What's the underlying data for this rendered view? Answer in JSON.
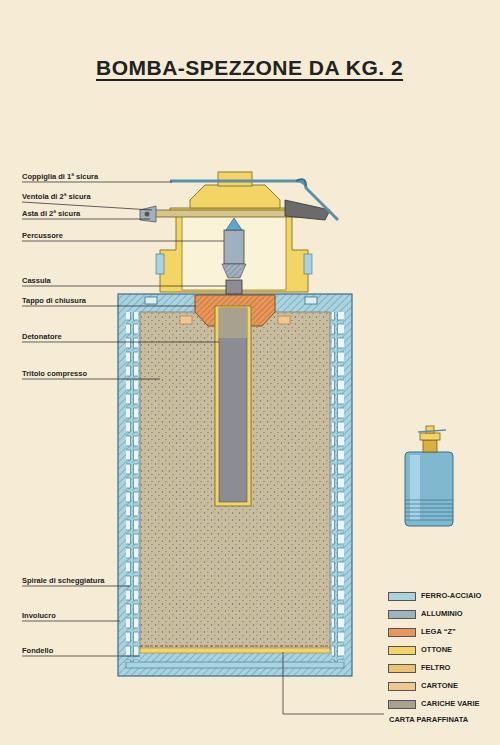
{
  "diagram": {
    "title": "BOMBA-SPEZZONE DA KG. 2",
    "labels": [
      "Coppiglia di 1ª sicura",
      "Ventola di 2ª sicura",
      "Asta di 2ª sicura",
      "Percussore",
      "Cassula",
      "Tappo di chiusura",
      "Detonatore",
      "Tritolo compresso",
      "Spirale di scheggiatura",
      "Involucro",
      "Fondello"
    ],
    "legend": [
      {
        "text": "FERRO-ACCIAIO",
        "color": "#a9d3e0"
      },
      {
        "text": "ALLUMINIO",
        "color": "#9fb0be"
      },
      {
        "text": "LEGA “Z”",
        "color": "#e7975a"
      },
      {
        "text": "OTTONE",
        "color": "#f3d565"
      },
      {
        "text": "FELTRO",
        "color": "#e9c36f"
      },
      {
        "text": "CARTONE",
        "color": "#f2c78e"
      },
      {
        "text": "CARICHE VARIE",
        "color": "#a9a18f"
      },
      {
        "text": "CARTA PARAFFINATA"
      }
    ]
  }
}
